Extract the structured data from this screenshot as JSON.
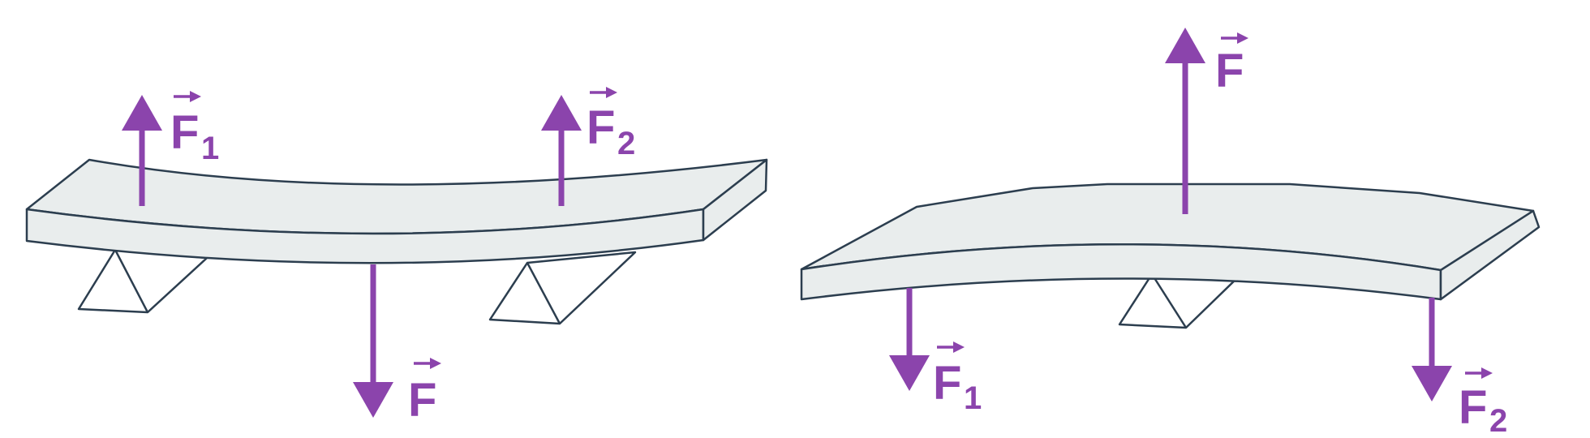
{
  "colors": {
    "force": "#8b44ac",
    "beam_fill": "#e9eded",
    "outline": "#2c3e4f"
  },
  "left_diagram": {
    "forces": [
      {
        "symbol": "F",
        "subscript": "1",
        "direction": "up"
      },
      {
        "symbol": "F",
        "subscript": "2",
        "direction": "up"
      },
      {
        "symbol": "F",
        "subscript": "",
        "direction": "down"
      }
    ],
    "supports": 2
  },
  "right_diagram": {
    "forces": [
      {
        "symbol": "F",
        "subscript": "",
        "direction": "up"
      },
      {
        "symbol": "F",
        "subscript": "1",
        "direction": "down"
      },
      {
        "symbol": "F",
        "subscript": "2",
        "direction": "down"
      }
    ],
    "supports": 1
  }
}
